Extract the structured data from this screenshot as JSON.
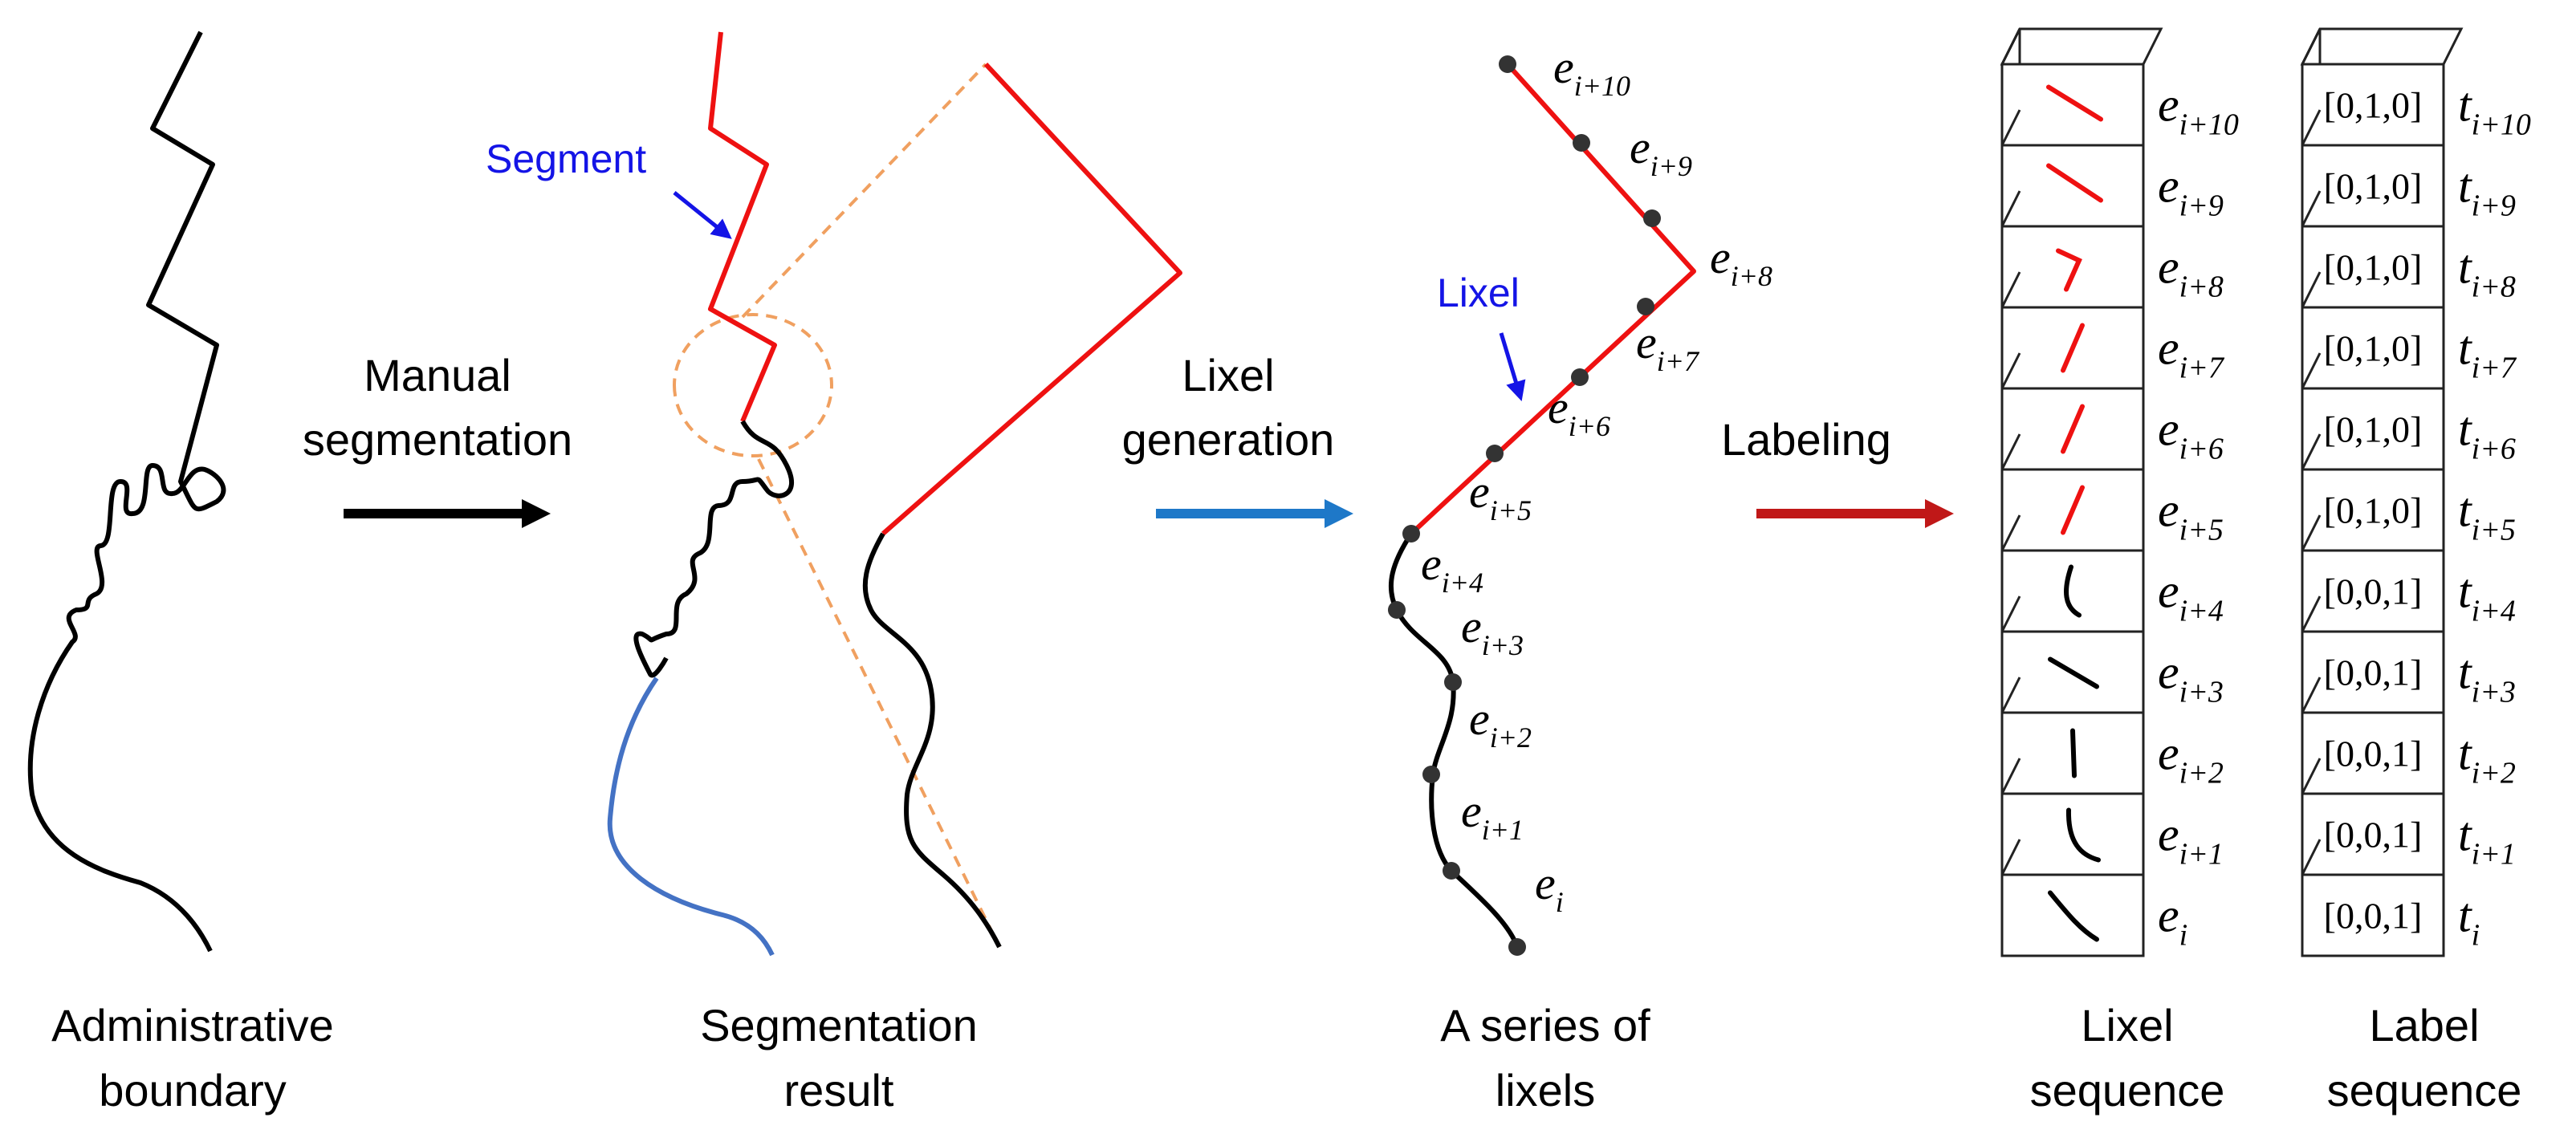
{
  "colors": {
    "boundary": "#000000",
    "segment": "#ee1111",
    "blue_curve": "#4472c4",
    "dashed": "#f0a060",
    "blue_label": "#1414e6",
    "arrow_manual": "#000000",
    "arrow_lixel": "#1e78c8",
    "arrow_label": "#c01818"
  },
  "captions": {
    "admin_line1": "Administrative",
    "admin_line2": "boundary",
    "seg_line1": "Segmentation",
    "seg_line2": "result",
    "series_line1": "A series of",
    "series_line2": "lixels",
    "lixelseq_line1": "Lixel",
    "lixelseq_line2": "sequence",
    "labelseq_line1": "Label",
    "labelseq_line2": "sequence"
  },
  "arrows": {
    "manual_line1": "Manual",
    "manual_line2": "segmentation",
    "lixel_line1": "Lixel",
    "lixel_line2": "generation",
    "labeling": "Labeling"
  },
  "annotations": {
    "segment": "Segment",
    "lixel": "Lixel"
  },
  "lixel_labels": [
    {
      "base": "e",
      "sub": "i+10"
    },
    {
      "base": "e",
      "sub": "i+9"
    },
    {
      "base": "e",
      "sub": "i+8"
    },
    {
      "base": "e",
      "sub": "i+7"
    },
    {
      "base": "e",
      "sub": "i+6"
    },
    {
      "base": "e",
      "sub": "i+5"
    },
    {
      "base": "e",
      "sub": "i+4"
    },
    {
      "base": "e",
      "sub": "i+3"
    },
    {
      "base": "e",
      "sub": "i+2"
    },
    {
      "base": "e",
      "sub": "i+1"
    },
    {
      "base": "e",
      "sub": "i"
    }
  ],
  "sequence_rows": [
    {
      "e_sub": "i+10",
      "label": "[0,1,0]",
      "t_sub": "i+10",
      "class": "segment"
    },
    {
      "e_sub": "i+9",
      "label": "[0,1,0]",
      "t_sub": "i+9",
      "class": "segment"
    },
    {
      "e_sub": "i+8",
      "label": "[0,1,0]",
      "t_sub": "i+8",
      "class": "segment"
    },
    {
      "e_sub": "i+7",
      "label": "[0,1,0]",
      "t_sub": "i+7",
      "class": "segment"
    },
    {
      "e_sub": "i+6",
      "label": "[0,1,0]",
      "t_sub": "i+6",
      "class": "segment"
    },
    {
      "e_sub": "i+5",
      "label": "[0,1,0]",
      "t_sub": "i+5",
      "class": "segment"
    },
    {
      "e_sub": "i+4",
      "label": "[0,0,1]",
      "t_sub": "i+4",
      "class": "boundary"
    },
    {
      "e_sub": "i+3",
      "label": "[0,0,1]",
      "t_sub": "i+3",
      "class": "boundary"
    },
    {
      "e_sub": "i+2",
      "label": "[0,0,1]",
      "t_sub": "i+2",
      "class": "boundary"
    },
    {
      "e_sub": "i+1",
      "label": "[0,0,1]",
      "t_sub": "i+1",
      "class": "boundary"
    },
    {
      "e_sub": "i",
      "label": "[0,0,1]",
      "t_sub": "i",
      "class": "boundary"
    }
  ]
}
